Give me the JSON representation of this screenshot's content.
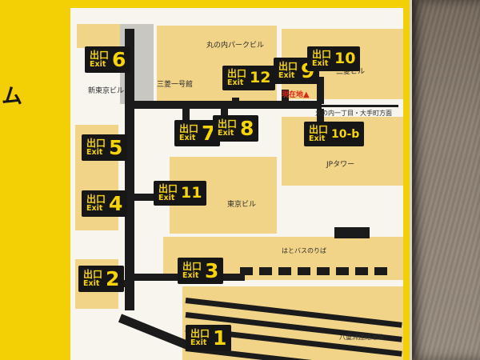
{
  "side_text": "ム",
  "palette": {
    "sign_yellow": "#f3cf05",
    "map_white": "#f7f5ee",
    "building_tan": "#f2d488",
    "building_gray": "#c9c7c2",
    "corridor_black": "#1b1b1b",
    "exit_yellow": "#f6d409",
    "location_red": "#d6281a",
    "wall_brown": "#8a7e71"
  },
  "exits": {
    "e1": {
      "jp": "出口",
      "en": "Exit",
      "num": "1"
    },
    "e2": {
      "jp": "出口",
      "en": "Exit",
      "num": "2"
    },
    "e3": {
      "jp": "出口",
      "en": "Exit",
      "num": "3"
    },
    "e4": {
      "jp": "出口",
      "en": "Exit",
      "num": "4"
    },
    "e5": {
      "jp": "出口",
      "en": "Exit",
      "num": "5"
    },
    "e6": {
      "jp": "出口",
      "en": "Exit",
      "num": "6"
    },
    "e7": {
      "jp": "出口",
      "en": "Exit",
      "num": "7"
    },
    "e8": {
      "jp": "出口",
      "en": "Exit",
      "num": "8"
    },
    "e9": {
      "jp": "出口",
      "en": "Exit",
      "num": "9"
    },
    "e10": {
      "jp": "出口",
      "en": "Exit",
      "num": "10"
    },
    "e10b": {
      "jp": "出口",
      "en": "Exit",
      "num": "10-b"
    },
    "e11": {
      "jp": "出口",
      "en": "Exit",
      "num": "11"
    },
    "e12": {
      "jp": "出口",
      "en": "Exit",
      "num": "12"
    }
  },
  "labels": {
    "marunouchi_park": "丸の内パークビル",
    "mitsubishi_ichigokan": "三菱一号館",
    "shin_tokyo": "新東京ビル",
    "mitsubishi_bldg": "三菱ビル",
    "current_location": "現在地",
    "location_triangle": "▲",
    "direction": "丸の内一丁目・大手町方面",
    "jp_tower": "JPタワー",
    "tokyo_building": "東京ビル",
    "hato_bus": "はとバスのりば",
    "yaesu_passage": "八重洲連絡通路"
  }
}
